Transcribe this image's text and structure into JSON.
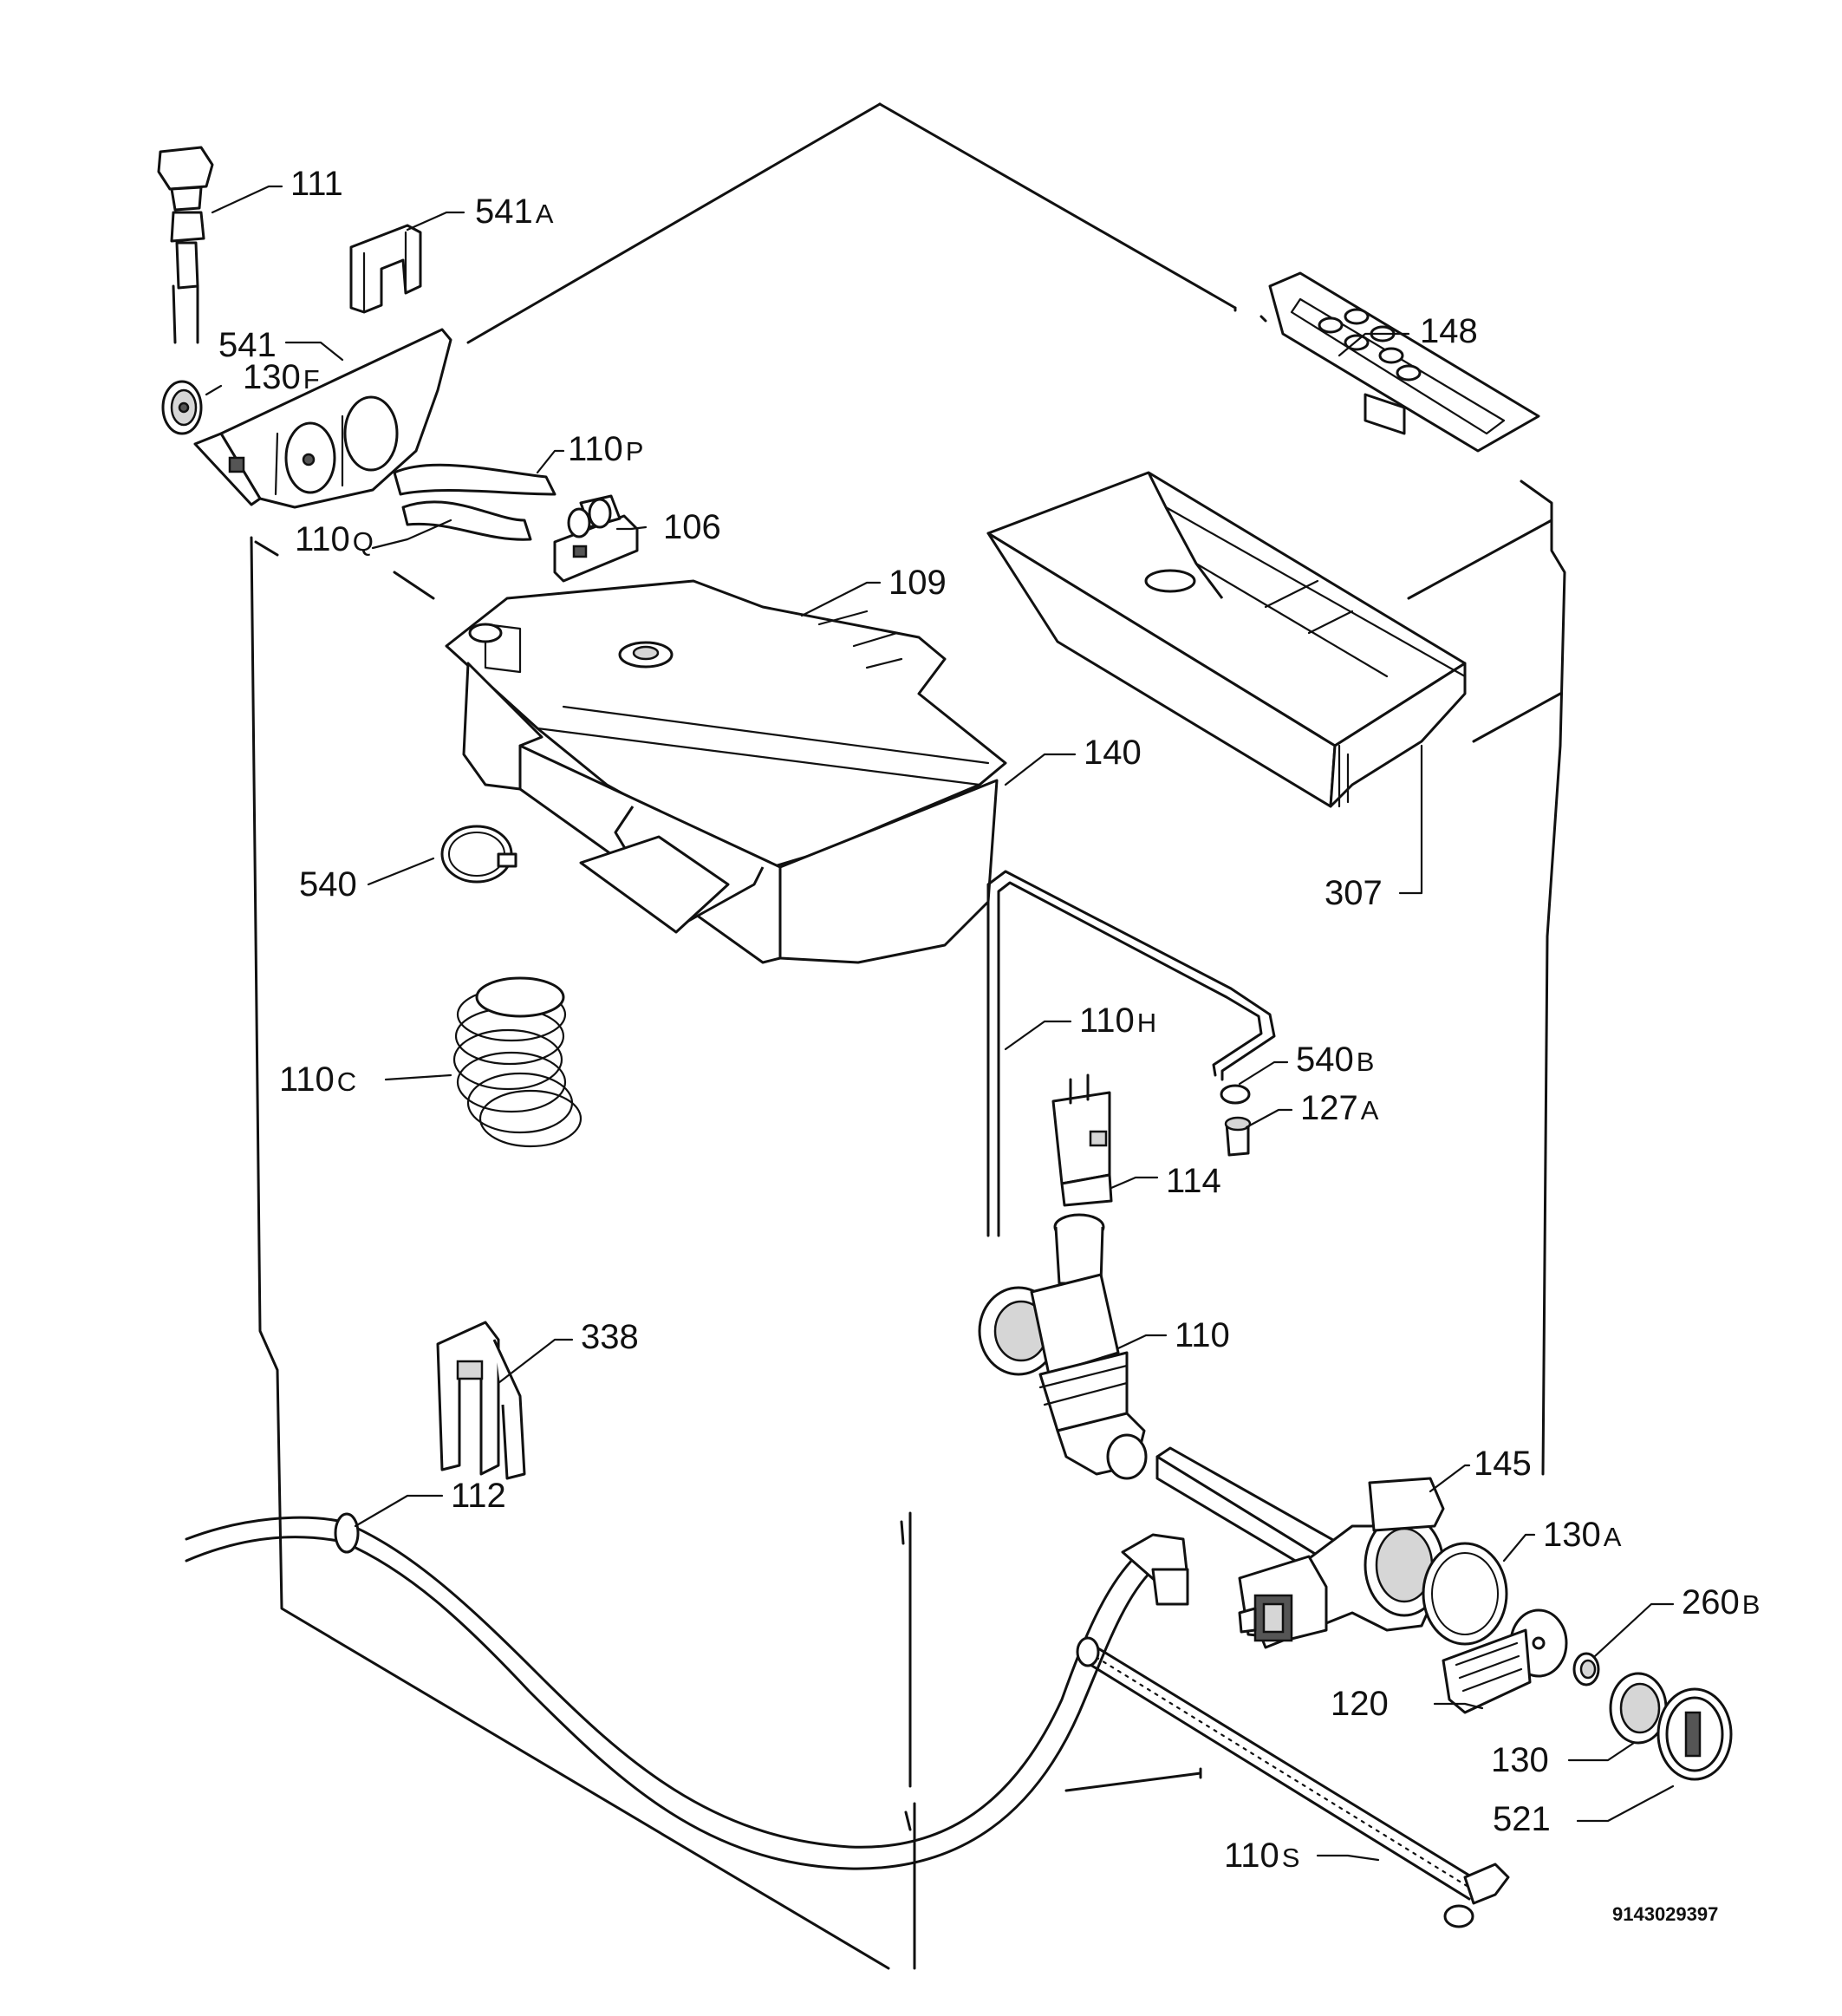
{
  "diagram_number": "9143029397",
  "labels": [
    {
      "num": "111",
      "suffix": ""
    },
    {
      "num": "541",
      "suffix": "A"
    },
    {
      "num": "541",
      "suffix": ""
    },
    {
      "num": "130",
      "suffix": "F"
    },
    {
      "num": "110",
      "suffix": "P"
    },
    {
      "num": "110",
      "suffix": "Q"
    },
    {
      "num": "106",
      "suffix": ""
    },
    {
      "num": "109",
      "suffix": ""
    },
    {
      "num": "148",
      "suffix": ""
    },
    {
      "num": "140",
      "suffix": ""
    },
    {
      "num": "307",
      "suffix": ""
    },
    {
      "num": "540",
      "suffix": ""
    },
    {
      "num": "110",
      "suffix": "H"
    },
    {
      "num": "540",
      "suffix": "B"
    },
    {
      "num": "127",
      "suffix": "A"
    },
    {
      "num": "110",
      "suffix": "C"
    },
    {
      "num": "114",
      "suffix": ""
    },
    {
      "num": "110",
      "suffix": ""
    },
    {
      "num": "338",
      "suffix": ""
    },
    {
      "num": "145",
      "suffix": ""
    },
    {
      "num": "112",
      "suffix": ""
    },
    {
      "num": "130",
      "suffix": "A"
    },
    {
      "num": "260",
      "suffix": "B"
    },
    {
      "num": "120",
      "suffix": ""
    },
    {
      "num": "130",
      "suffix": ""
    },
    {
      "num": "521",
      "suffix": ""
    },
    {
      "num": "110",
      "suffix": "S"
    }
  ]
}
